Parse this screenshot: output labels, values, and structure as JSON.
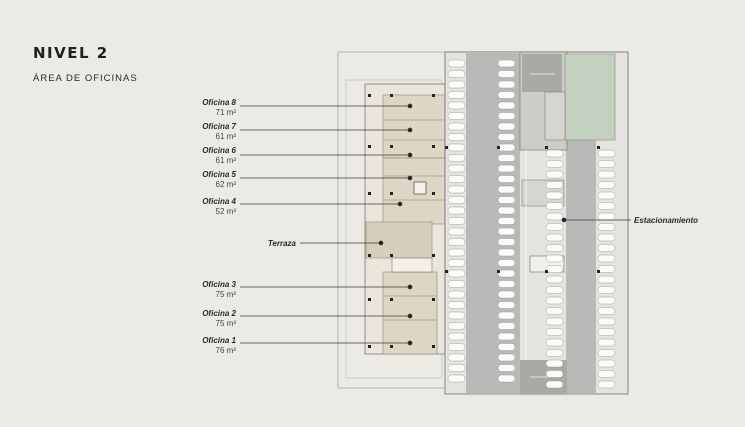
{
  "title": "NIVEL 2",
  "subtitle": "ÁREA DE OFICINAS",
  "offices": [
    {
      "name": "Oficina 8",
      "area": "71 m²"
    },
    {
      "name": "Oficina 7",
      "area": "61 m²"
    },
    {
      "name": "Oficina 6",
      "area": "61 m²"
    },
    {
      "name": "Oficina 5",
      "area": "62 m²"
    },
    {
      "name": "Oficina 4",
      "area": "52 m²"
    },
    {
      "name": "Oficina 3",
      "area": "75 m²"
    },
    {
      "name": "Oficina 2",
      "area": "75 m²"
    },
    {
      "name": "Oficina 1",
      "area": "76 m²"
    }
  ],
  "terrace_label": "Terraza",
  "parking_label": "Estacionamiento",
  "colors": {
    "background": "#eceae5",
    "office_fill": "#ddd6c4",
    "parking_fill": "#b9b9b7",
    "green_area": "#c4d1c0"
  }
}
